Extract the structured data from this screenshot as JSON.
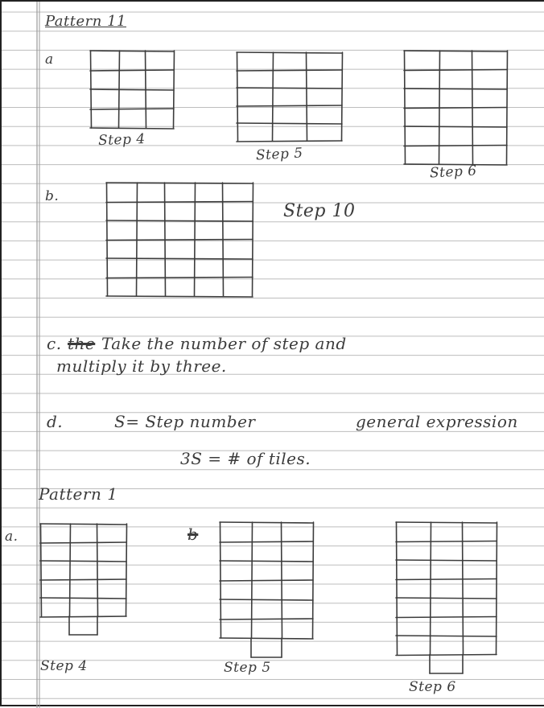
{
  "pattern_11": {
    "title": "Pattern 11",
    "part_a": {
      "label": "a",
      "steps": [
        {
          "caption": "Step 4",
          "cols": 3,
          "rows": 4
        },
        {
          "caption": "Step 5",
          "cols": 3,
          "rows": 5
        },
        {
          "caption": "Step 6",
          "cols": 3,
          "rows": 6
        }
      ]
    },
    "part_b": {
      "label": "b.",
      "caption": "Step 10",
      "cols": 5,
      "rows": 6
    },
    "part_c": {
      "label": "c.",
      "struck_word": "the",
      "line1": "Take the number of step and",
      "line2": "multiply it by three."
    },
    "part_d": {
      "label": "d.",
      "definition": "S= Step number",
      "note": "general expression",
      "expression": "3S = # of tiles."
    }
  },
  "pattern_1": {
    "title": "Pattern 1",
    "part_a": {
      "label": "a.",
      "scribble": "b",
      "steps": [
        {
          "caption": "Step 4",
          "cols": 3,
          "rows": 5,
          "extra": 1
        },
        {
          "caption": "Step 5",
          "cols": 3,
          "rows": 6,
          "extra": 1
        },
        {
          "caption": "Step 6",
          "cols": 3,
          "rows": 7,
          "extra": 1
        }
      ]
    }
  },
  "colors": {
    "ink": "#3c3c3c",
    "ruled_line": "#bdbdbd",
    "margin_line": "#9a9a9a",
    "paper": "#ffffff"
  }
}
